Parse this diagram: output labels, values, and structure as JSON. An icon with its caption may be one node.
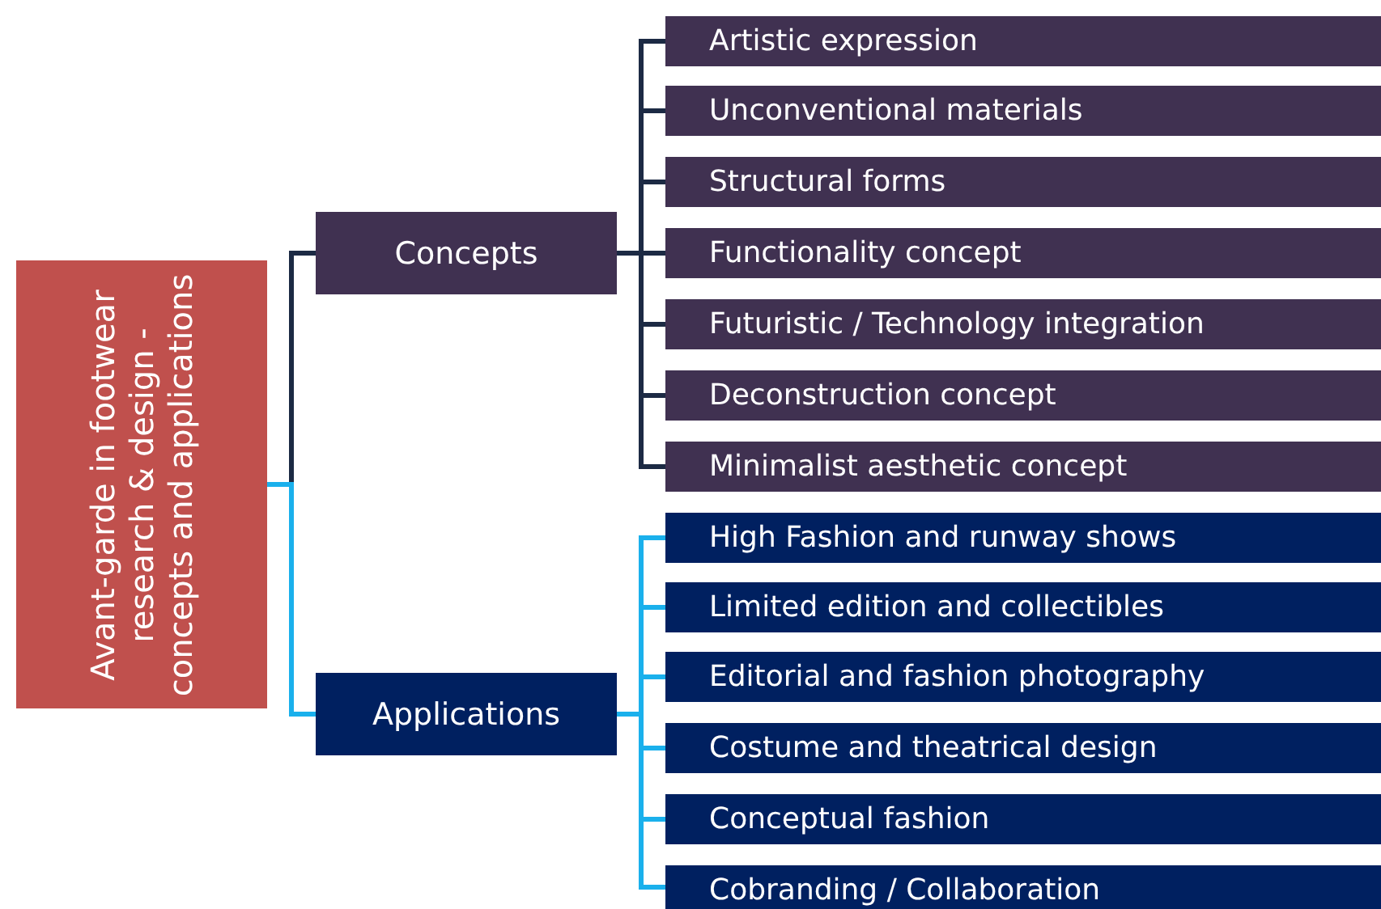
{
  "diagram": {
    "nodes": [
      {
        "text": [
          "Avant-garde in footwear research & design - concepts and applications"
        ]
      },
      {
        "text": [
          "Concepts"
        ]
      },
      {
        "text": [
          "Applications"
        ]
      },
      {
        "text": [
          "Artistic expression"
        ]
      },
      {
        "text": [
          "Unconventional materials"
        ]
      },
      {
        "text": [
          "Structural forms"
        ]
      },
      {
        "text": [
          "Functionality concept"
        ]
      },
      {
        "text": [
          "Futuristic / Technology integration"
        ]
      },
      {
        "text": [
          "Deconstruction concept"
        ]
      },
      {
        "text": [
          "Minimalist aesthetic concept"
        ]
      },
      {
        "text": [
          "High Fashion and runway shows"
        ]
      },
      {
        "text": [
          "Limited edition and collectibles"
        ]
      },
      {
        "text": [
          "Editorial and fashion photography"
        ]
      },
      {
        "text": [
          "Costume and theatrical design"
        ]
      },
      {
        "text": [
          "Conceptual fashion"
        ]
      },
      {
        "text": [
          "Cobranding / Collaboration"
        ]
      }
    ],
    "edges": [
      {
        "from": 0,
        "to": 1,
        "arrow": "none"
      },
      {
        "from": 0,
        "to": 2,
        "arrow": "none",
        "color": "#1ab0ec"
      },
      {
        "from": 1,
        "to": 3,
        "arrow": "none"
      },
      {
        "from": 1,
        "to": 4,
        "arrow": "none"
      },
      {
        "from": 1,
        "to": 5,
        "arrow": "none"
      },
      {
        "from": 1,
        "to": 6,
        "arrow": "none"
      },
      {
        "from": 1,
        "to": 7,
        "arrow": "none"
      },
      {
        "from": 1,
        "to": 8,
        "arrow": "none"
      },
      {
        "from": 1,
        "to": 9,
        "arrow": "none"
      },
      {
        "from": 2,
        "to": 10,
        "arrow": "none",
        "color": "#1ab0ec"
      },
      {
        "from": 2,
        "to": 11,
        "arrow": "none",
        "color": "#1ab0ec"
      },
      {
        "from": 2,
        "to": 12,
        "arrow": "none",
        "color": "#1ab0ec"
      },
      {
        "from": 2,
        "to": 13,
        "arrow": "none",
        "color": "#1ab0ec"
      },
      {
        "from": 2,
        "to": 14,
        "arrow": "none",
        "color": "#1ab0ec"
      },
      {
        "from": 2,
        "to": 15,
        "arrow": "none",
        "color": "#1ab0ec"
      }
    ]
  }
}
